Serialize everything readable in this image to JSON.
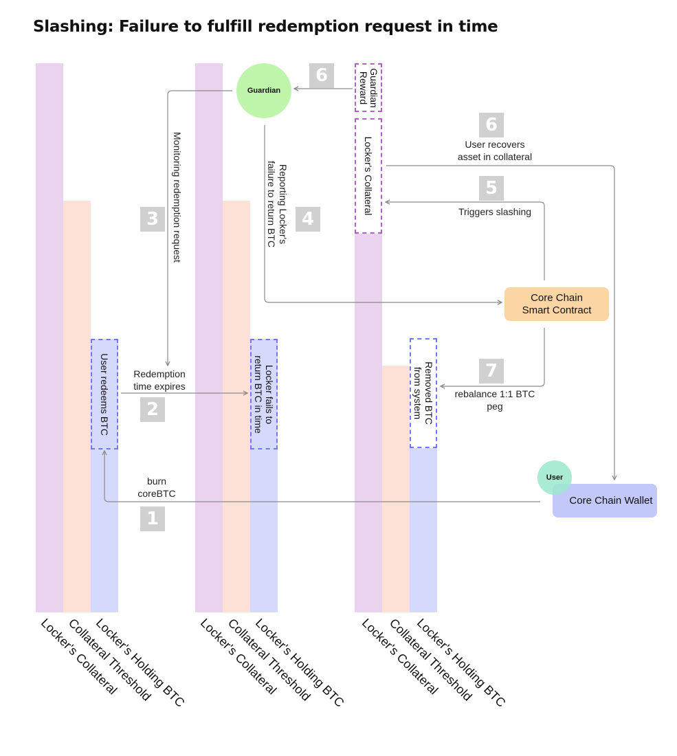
{
  "title": "Slashing: Failure to fulfill redemption request in time",
  "bars": {
    "axis_labels": [
      "Locker's Collateral",
      "Collateral Threshold",
      "Locker's Holding BTC"
    ],
    "user_redeems": "User redeems BTC",
    "locker_fails": [
      "Locker fails to",
      "return BTC in time"
    ],
    "lockers_collateral_box": "Locker's Collateral",
    "guardian_reward": [
      "Guardian",
      "Reward"
    ],
    "removed_btc": [
      "Removed BTC",
      "from system"
    ]
  },
  "nodes": {
    "guardian": "Guardian",
    "contract": [
      "Core Chain",
      "Smart Contract"
    ],
    "wallet": "Core Chain Wallet",
    "user": "User"
  },
  "steps": {
    "s1": "1",
    "s2": "2",
    "s3": "3",
    "s4": "4",
    "s5": "5",
    "s6a": "6",
    "s6b": "6",
    "s7": "7"
  },
  "labels": {
    "burn": [
      "burn",
      "coreBTC"
    ],
    "expires": [
      "Redemption",
      "time expires"
    ],
    "monitoring": "Monitoring redemption request",
    "reporting": [
      "Reporting  Locker's",
      "failure to return BTC"
    ],
    "recovers": [
      "User recovers",
      "asset in collateral"
    ],
    "triggers": "Triggers slashing",
    "rebalance": [
      "rebalance 1:1 BTC",
      "peg"
    ]
  },
  "colors": {
    "collateral": "#ead3ef",
    "threshold": "#fde0d6",
    "holding_btc": "#d5d9fb",
    "guardian": "#bff5ab",
    "contract": "#fbd6a4",
    "wallet": "#c3c8fa",
    "user": "#9be8cd",
    "arrow": "#8a8a8a",
    "step_box": "#d0d0d0"
  }
}
